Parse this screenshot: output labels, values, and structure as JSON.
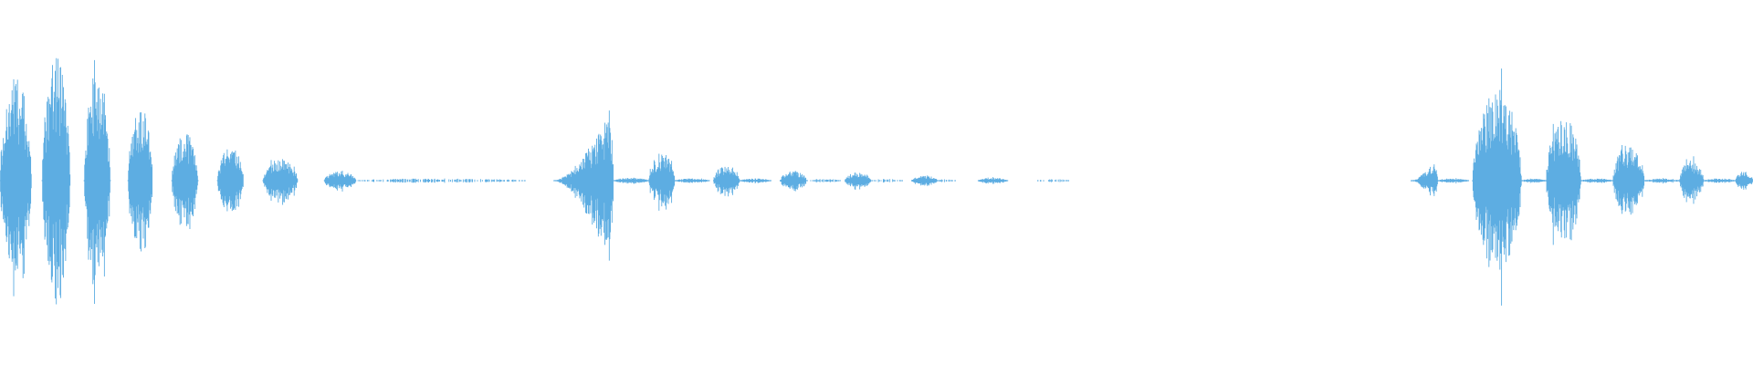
{
  "waveform": {
    "color": "#5dade2",
    "background": "#ffffff",
    "total_duration": 1,
    "bursts": [
      {
        "start": 0.0,
        "end": 0.018,
        "peak": 0.72,
        "bias": 0.0
      },
      {
        "start": 0.024,
        "end": 0.04,
        "peak": 0.83,
        "bias": -0.03
      },
      {
        "start": 0.048,
        "end": 0.063,
        "peak": 0.74,
        "bias": -0.02
      },
      {
        "start": 0.073,
        "end": 0.087,
        "peak": 0.55,
        "bias": 0.0
      },
      {
        "start": 0.098,
        "end": 0.113,
        "peak": 0.33,
        "bias": 0.0
      },
      {
        "start": 0.124,
        "end": 0.139,
        "peak": 0.24,
        "bias": 0.0
      },
      {
        "start": 0.15,
        "end": 0.17,
        "peak": 0.15,
        "bias": 0.0
      },
      {
        "start": 0.185,
        "end": 0.203,
        "peak": 0.07,
        "bias": 0.0
      },
      {
        "start": 0.203,
        "end": 0.3,
        "peak": 0.015,
        "bias": 0.0,
        "sparse": true
      },
      {
        "start": 0.316,
        "end": 0.35,
        "peak": 0.55,
        "bias": 0.05,
        "ramp": "up"
      },
      {
        "start": 0.35,
        "end": 0.37,
        "peak": 0.02,
        "bias": 0.0
      },
      {
        "start": 0.37,
        "end": 0.385,
        "peak": 0.19,
        "bias": 0.0
      },
      {
        "start": 0.385,
        "end": 0.405,
        "peak": 0.015,
        "bias": 0.0
      },
      {
        "start": 0.407,
        "end": 0.422,
        "peak": 0.11,
        "bias": 0.0
      },
      {
        "start": 0.422,
        "end": 0.44,
        "peak": 0.015,
        "bias": 0.0
      },
      {
        "start": 0.445,
        "end": 0.46,
        "peak": 0.07,
        "bias": 0.0
      },
      {
        "start": 0.46,
        "end": 0.48,
        "peak": 0.012,
        "bias": 0.0,
        "sparse": true
      },
      {
        "start": 0.482,
        "end": 0.497,
        "peak": 0.06,
        "bias": 0.0
      },
      {
        "start": 0.497,
        "end": 0.515,
        "peak": 0.012,
        "bias": 0.0,
        "sparse": true
      },
      {
        "start": 0.52,
        "end": 0.535,
        "peak": 0.035,
        "bias": 0.0
      },
      {
        "start": 0.535,
        "end": 0.545,
        "peak": 0.01,
        "bias": 0.0,
        "sparse": true
      },
      {
        "start": 0.558,
        "end": 0.575,
        "peak": 0.02,
        "bias": 0.0
      },
      {
        "start": 0.59,
        "end": 0.61,
        "peak": 0.012,
        "bias": 0.0,
        "sparse": true
      },
      {
        "start": 0.805,
        "end": 0.82,
        "peak": 0.18,
        "bias": 0.0,
        "ramp": "up"
      },
      {
        "start": 0.82,
        "end": 0.838,
        "peak": 0.015,
        "bias": 0.0
      },
      {
        "start": 0.84,
        "end": 0.868,
        "peak": 0.64,
        "bias": 0.0
      },
      {
        "start": 0.868,
        "end": 0.882,
        "peak": 0.015,
        "bias": 0.0
      },
      {
        "start": 0.882,
        "end": 0.902,
        "peak": 0.44,
        "bias": 0.0
      },
      {
        "start": 0.902,
        "end": 0.92,
        "peak": 0.015,
        "bias": 0.0
      },
      {
        "start": 0.92,
        "end": 0.938,
        "peak": 0.25,
        "bias": 0.0
      },
      {
        "start": 0.938,
        "end": 0.958,
        "peak": 0.015,
        "bias": 0.0
      },
      {
        "start": 0.958,
        "end": 0.972,
        "peak": 0.14,
        "bias": 0.0
      },
      {
        "start": 0.972,
        "end": 0.99,
        "peak": 0.015,
        "bias": 0.0
      },
      {
        "start": 0.99,
        "end": 1.0,
        "peak": 0.07,
        "bias": 0.0
      }
    ]
  }
}
